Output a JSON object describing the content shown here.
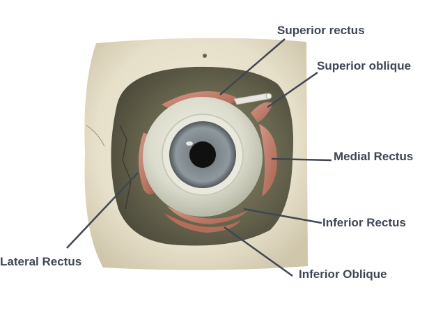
{
  "colors": {
    "label_text": "#3f4653",
    "leader_line": "#3f4653",
    "bone": "#e9e3cf",
    "orbit_shadow": "#5c5a47",
    "muscle": "#c07a67",
    "sclera": "#e3e3d6",
    "iris": "#6f7a80",
    "pupil": "#101010"
  },
  "labels": {
    "superior_rectus": "Superior rectus",
    "superior_oblique": "Superior oblique",
    "medial_rectus": "Medial Rectus",
    "inferior_rectus": "Inferior Rectus",
    "lateral_rectus": "Lateral Rectus",
    "inferior_oblique": "Inferior Oblique"
  }
}
